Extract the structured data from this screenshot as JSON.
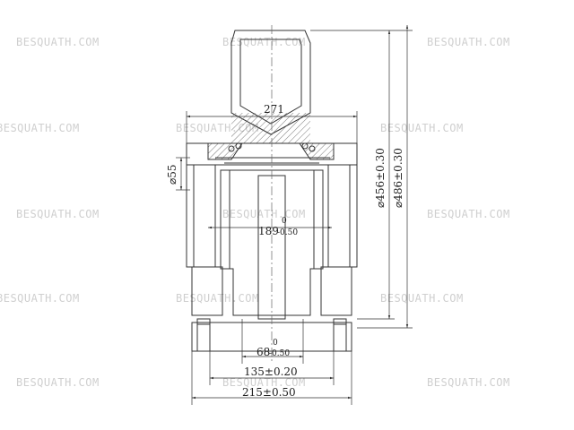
{
  "watermark": "BESQUATH.COM",
  "dimensions": {
    "d271": "271",
    "d456": "⌀456±0.30",
    "d486": "⌀486±0.30",
    "d55": "⌀55",
    "d189": "189",
    "d189_tol_upper": "0",
    "d189_tol_lower": "-0.50",
    "d68": "68",
    "d68_tol_upper": "0",
    "d68_tol_lower": "-0.50",
    "d135": "135±0.20",
    "d215": "215±0.50"
  },
  "colors": {
    "line": "#333333",
    "watermark": "#cfcfcf",
    "hatch": "#555555"
  }
}
